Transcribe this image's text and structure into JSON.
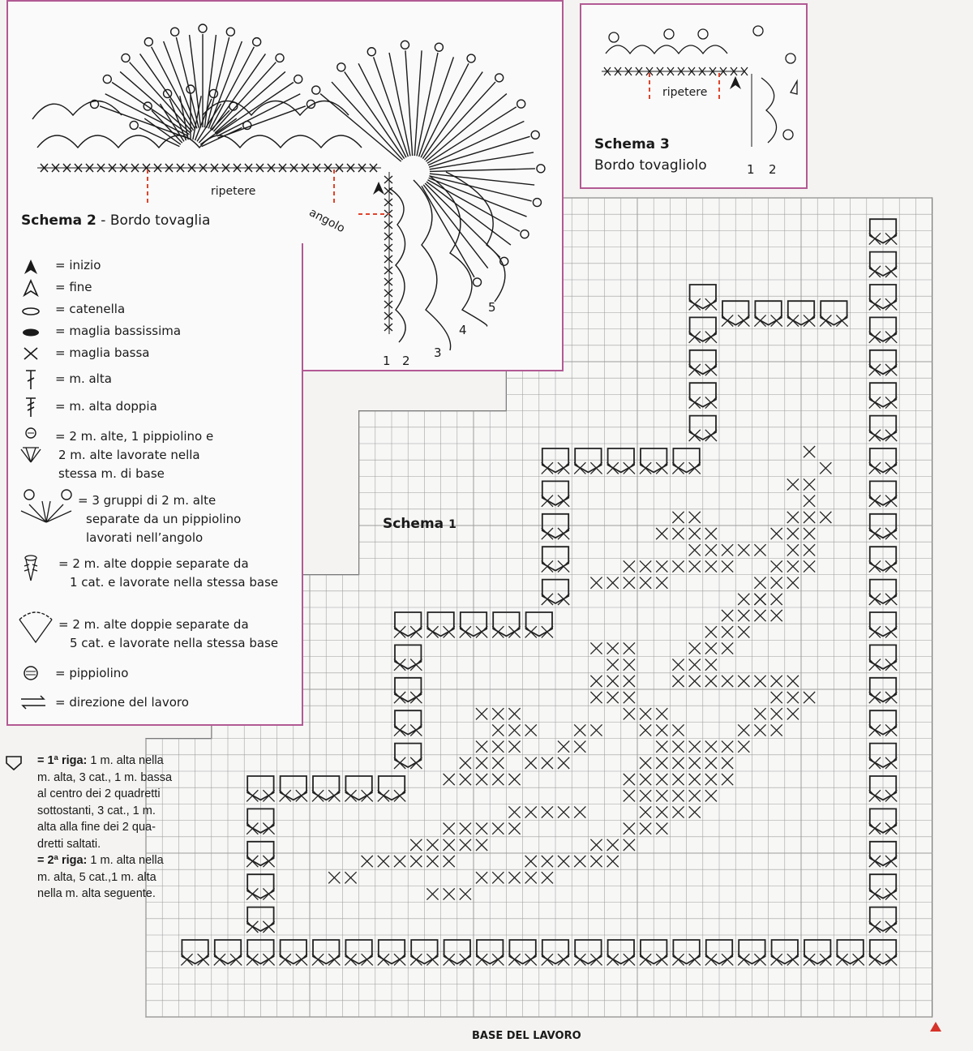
{
  "schema2": {
    "title_bold": "Schema 2",
    "title_rest": " - Bordo tovaglia",
    "repeat_label": "ripetere",
    "corner_label": "angolo",
    "row_numbers": [
      "1",
      "2",
      "3",
      "4",
      "5"
    ]
  },
  "schema3": {
    "title_bold": "Schema 3",
    "subtitle": "Bordo tovagliolo",
    "repeat_label": "ripetere",
    "row_numbers": [
      "1",
      "2"
    ]
  },
  "legend": {
    "items": [
      {
        "icon": "start-arrow-icon",
        "text": "= inizio"
      },
      {
        "icon": "end-arrow-icon",
        "text": "= fine"
      },
      {
        "icon": "chain-stitch-icon",
        "text": "= catenella"
      },
      {
        "icon": "slip-stitch-icon",
        "text": "= maglia bassissima"
      },
      {
        "icon": "single-crochet-icon",
        "text": "= maglia bassa"
      },
      {
        "icon": "double-crochet-icon",
        "text": "= m. alta"
      },
      {
        "icon": "treble-crochet-icon",
        "text": "= m. alta doppia"
      },
      {
        "icon": "picot-group-icon",
        "lines": [
          "= 2 m. alte, 1 pippiolino e",
          "2 m. alte lavorate nella",
          "stessa m. di base"
        ]
      },
      {
        "icon": "corner-groups-icon",
        "lines": [
          "= 3 gruppi di 2 m. alte",
          "separate da un pippiolino",
          "lavorati nell’angolo"
        ]
      },
      {
        "icon": "double-treble-1ch-icon",
        "lines": [
          "= 2 m. alte doppie separate da",
          "1 cat. e lavorate nella stessa base"
        ]
      },
      {
        "icon": "double-treble-5ch-icon",
        "lines": [
          "= 2 m. alte doppie separate da",
          "5 cat. e lavorate nella stessa base"
        ]
      },
      {
        "icon": "picot-icon",
        "text": "= pippiolino"
      },
      {
        "icon": "work-direction-icon",
        "text": "= direzione del lavoro"
      }
    ]
  },
  "schema1": {
    "title_bold": "Schema",
    "title_num": "1",
    "base_label": "BASE DEL LAVORO"
  },
  "note": {
    "lines": [
      {
        "bold": "= 1ª riga:",
        "rest": " 1 m. alta nella"
      },
      {
        "bold": "",
        "rest": "m. alta, 3 cat., 1 m. bassa"
      },
      {
        "bold": "",
        "rest": "al centro dei 2 quadretti"
      },
      {
        "bold": "",
        "rest": "sottostanti, 3 cat., 1 m."
      },
      {
        "bold": "",
        "rest": "alta alla fine dei 2 qua-"
      },
      {
        "bold": "",
        "rest": "dretti saltati."
      },
      {
        "bold": "= 2ª riga:",
        "rest": " 1 m. alta nella"
      },
      {
        "bold": "",
        "rest": "m. alta, 5 cat.,1 m. alta"
      },
      {
        "bold": "",
        "rest": "nella m. alta seguente."
      }
    ]
  },
  "colors": {
    "frame": "#b25a94",
    "dash": "#e0442b",
    "grid": "#9a9a9a",
    "ink": "#1a1a1a"
  }
}
